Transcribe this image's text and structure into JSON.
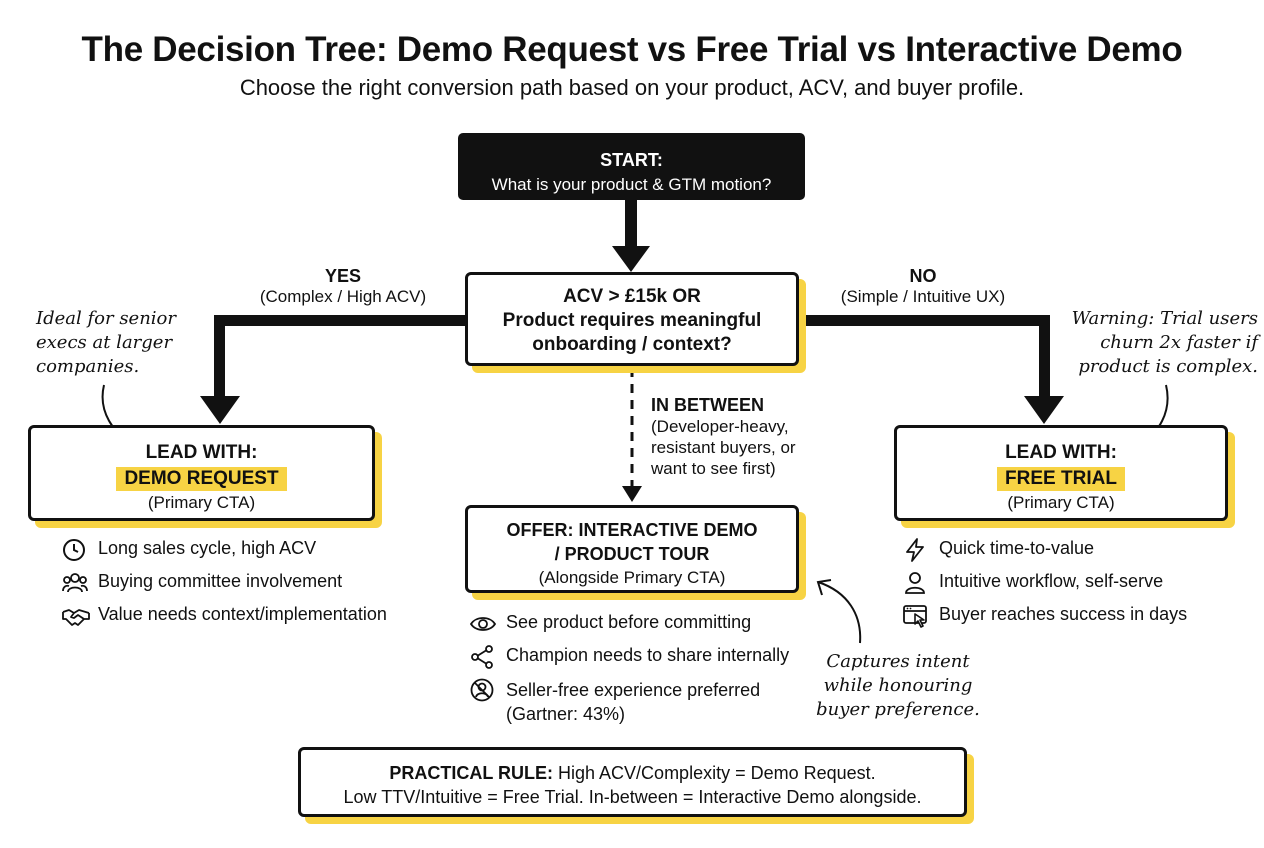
{
  "header": {
    "title": "The Decision Tree: Demo Request vs Free Trial vs Interactive Demo",
    "subtitle": "Choose the right conversion path based on your product, ACV, and buyer profile."
  },
  "start": {
    "label": "START:",
    "question": "What is your product & GTM motion?"
  },
  "question": {
    "lines": [
      "ACV > £15k OR",
      "Product requires meaningful",
      "onboarding / context?"
    ]
  },
  "branches": {
    "yes": {
      "label": "YES",
      "detail": "(Complex / High ACV)"
    },
    "no": {
      "label": "NO",
      "detail": "(Simple / Intuitive UX)"
    },
    "between": {
      "label": "IN BETWEEN",
      "detail": [
        "(Developer-heavy,",
        "resistant buyers, or",
        "want to see first)"
      ]
    }
  },
  "demo": {
    "lead": "LEAD WITH:",
    "option": "DEMO REQUEST",
    "note": "(Primary CTA)",
    "reasons": [
      {
        "icon": "clock-icon",
        "text": "Long sales cycle, high ACV"
      },
      {
        "icon": "people-icon",
        "text": "Buying committee involvement"
      },
      {
        "icon": "handshake-icon",
        "text": "Value needs context/implementation"
      }
    ],
    "annotation": [
      "Ideal for senior",
      "execs at larger",
      "companies."
    ]
  },
  "trial": {
    "lead": "LEAD WITH:",
    "option": "FREE TRIAL",
    "note": "(Primary CTA)",
    "reasons": [
      {
        "icon": "lightning-icon",
        "text": "Quick time-to-value"
      },
      {
        "icon": "person-icon",
        "text": "Intuitive workflow, self-serve"
      },
      {
        "icon": "browser-click-icon",
        "text": "Buyer reaches success in days"
      }
    ],
    "annotation": [
      "Warning: Trial users",
      "churn 2x faster if",
      "product is complex."
    ]
  },
  "interactive": {
    "lines": [
      "OFFER: INTERACTIVE DEMO",
      "/ PRODUCT TOUR"
    ],
    "note": "(Alongside Primary CTA)",
    "reasons": [
      {
        "icon": "eye-icon",
        "text": "See product before committing"
      },
      {
        "icon": "share-icon",
        "text": "Champion needs to share internally"
      },
      {
        "icon": "no-person-icon",
        "text": "Seller-free experience preferred",
        "extra": "(Gartner: 43%)"
      }
    ],
    "annotation": [
      "Captures intent",
      "while honouring",
      "buyer preference."
    ]
  },
  "rule": {
    "label": "PRACTICAL RULE:",
    "line1": "High ACV/Complexity = Demo Request.",
    "line2": "Low TTV/Intuitive = Free Trial. In-between = Interactive Demo alongside."
  },
  "colors": {
    "accent": "#f7d344",
    "ink": "#111111",
    "background": "#ffffff"
  }
}
